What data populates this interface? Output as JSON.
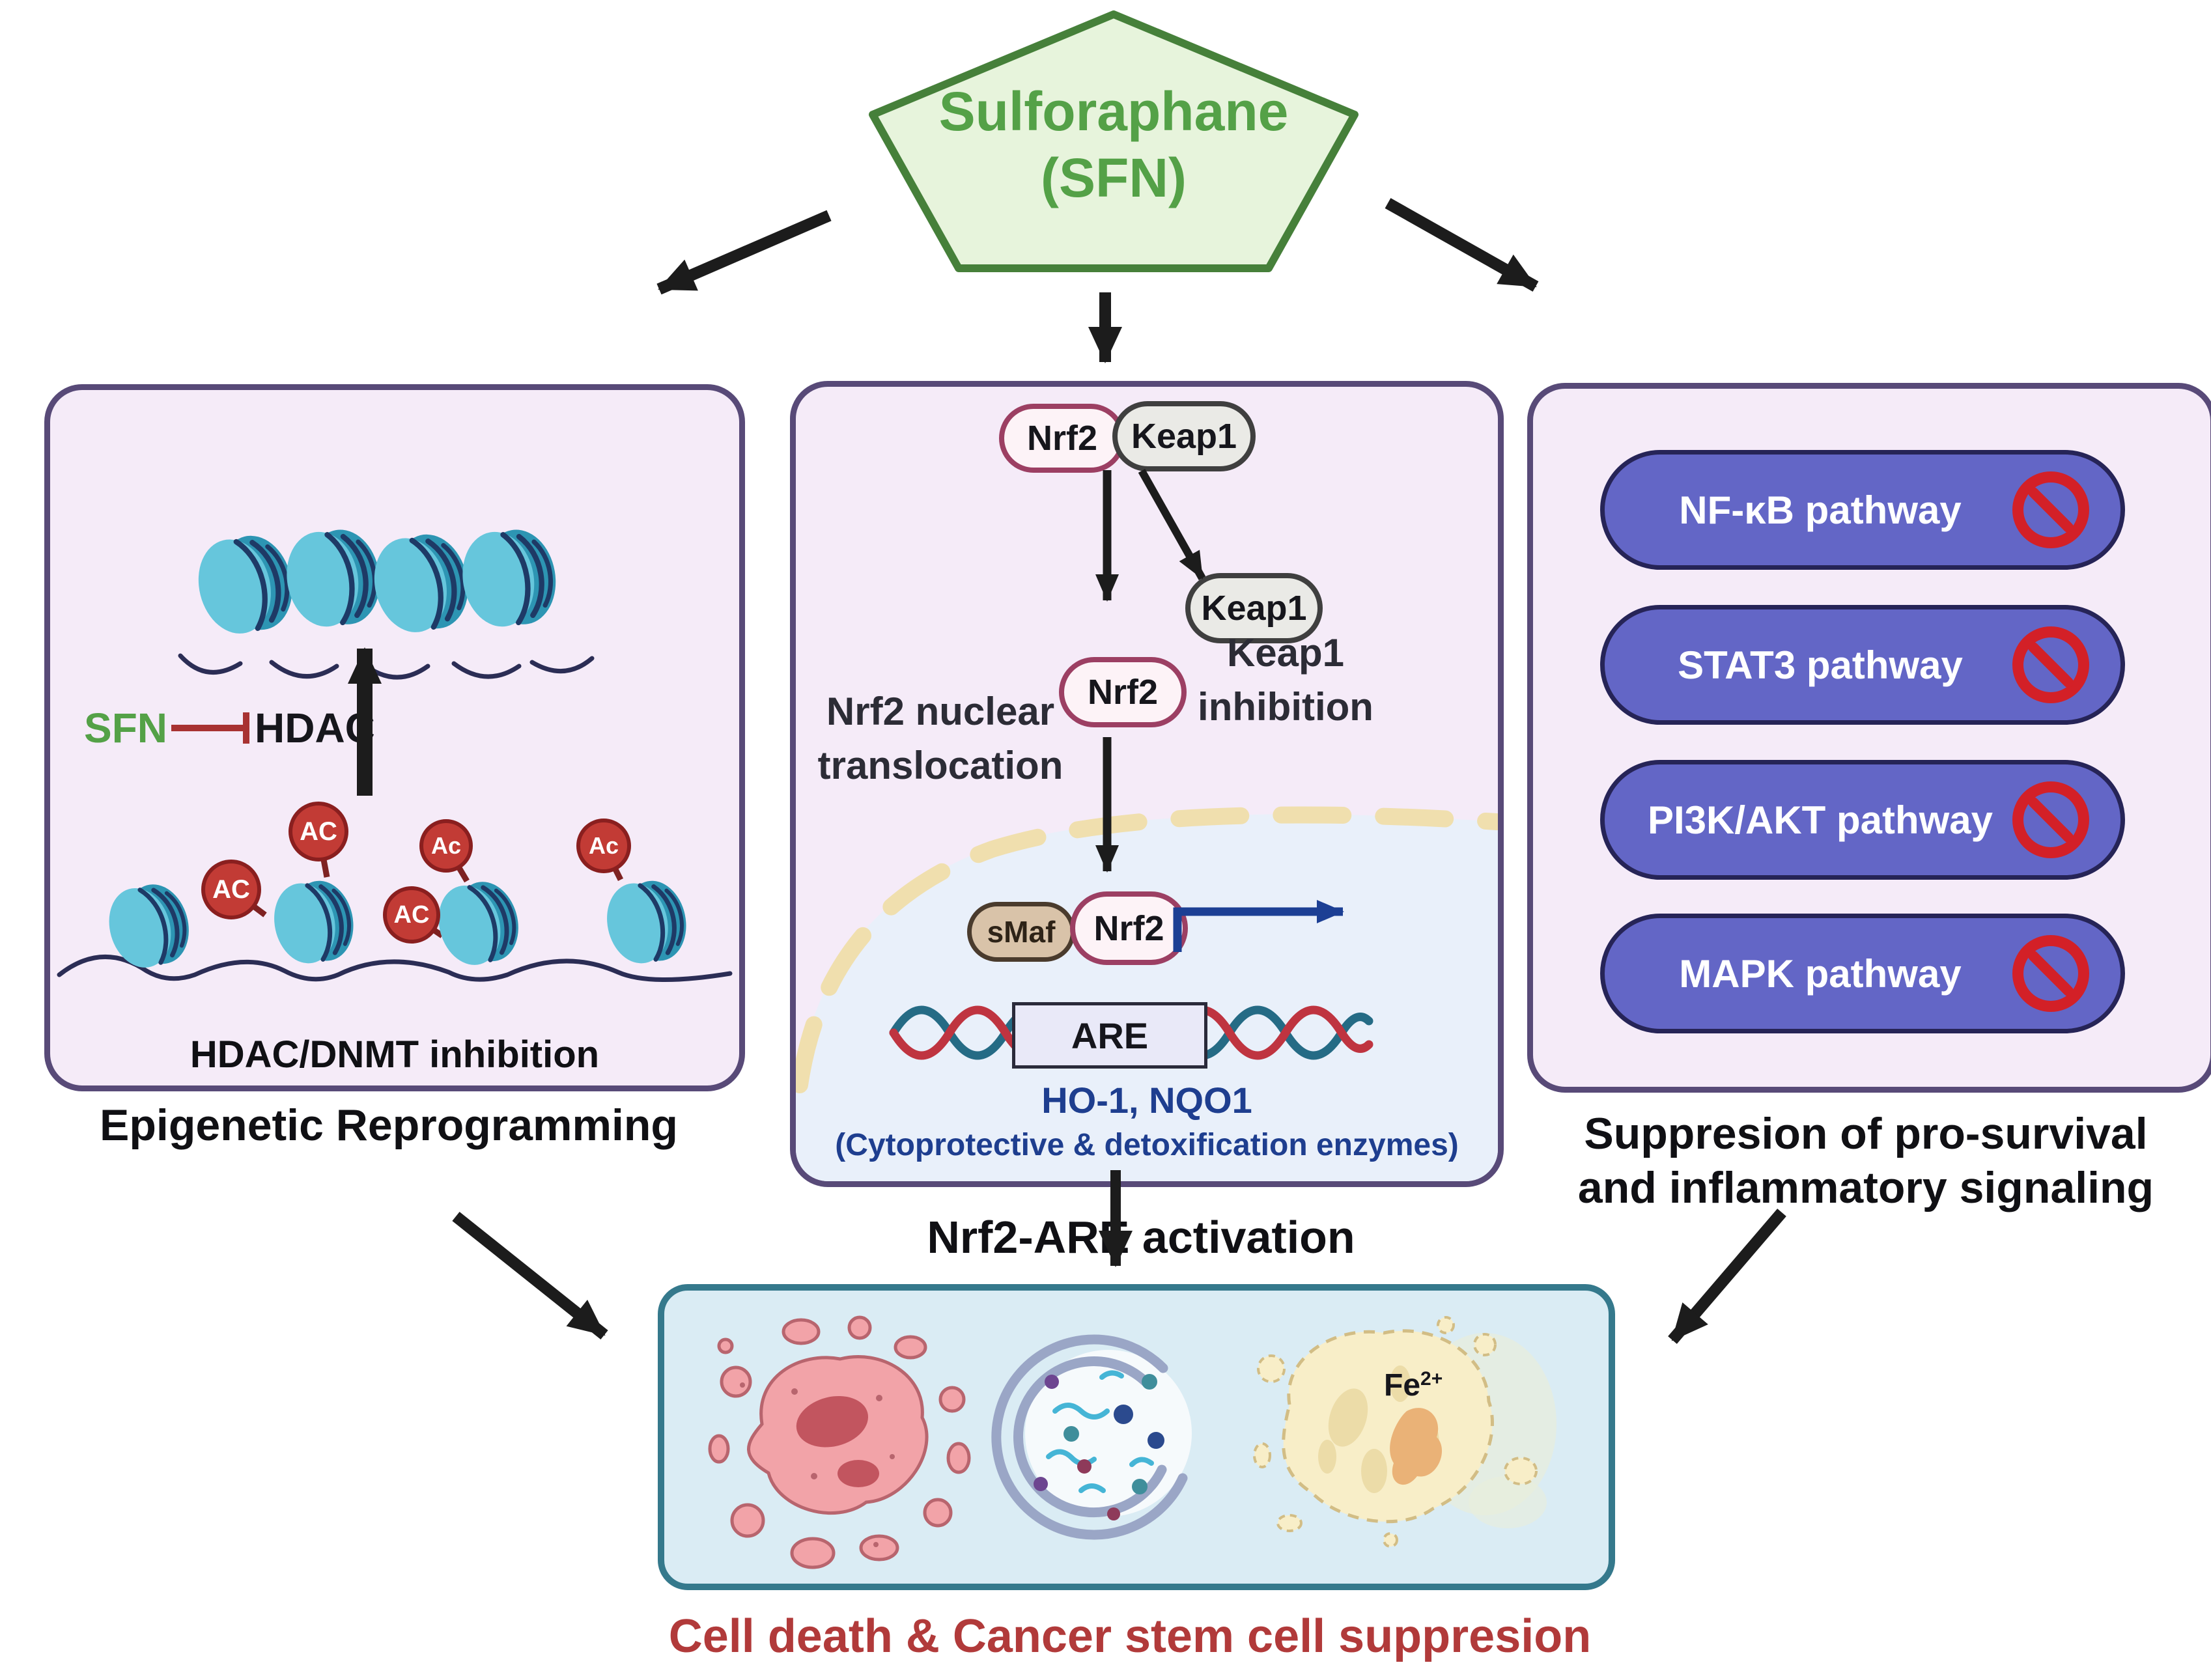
{
  "title_node": {
    "line1": "Sulforaphane",
    "line2": "(SFN)"
  },
  "panels": {
    "epigenetic": {
      "sfn": "SFN",
      "hdac": "HDAC",
      "ac_marks": [
        {
          "label": "AC"
        },
        {
          "label": "AC"
        },
        {
          "label": "Ac"
        },
        {
          "label": "AC"
        },
        {
          "label": "Ac"
        }
      ],
      "inner_caption": "HDAC/DNMT inhibition",
      "caption": "Epigenetic Reprogramming"
    },
    "nrf2_are": {
      "complex_nrf2": "Nrf2",
      "complex_keap1": "Keap1",
      "released_keap1": "Keap1",
      "keap1_inhibition": {
        "line1": "Keap1",
        "line2": "inhibition"
      },
      "cytosolic_nrf2": "Nrf2",
      "translocation": {
        "line1": "Nrf2 nuclear",
        "line2": "translocation"
      },
      "smaf": "sMaf",
      "nuclear_nrf2": "Nrf2",
      "are_box": "ARE",
      "target_genes": "HO-1, NQO1",
      "target_genes_note": "(Cytoprotective & detoxification enzymes)",
      "caption": "Nrf2-ARE activation"
    },
    "suppression": {
      "pathways": [
        {
          "label": "NF-κB pathway"
        },
        {
          "label": "STAT3 pathway"
        },
        {
          "label": "PI3K/AKT pathway"
        },
        {
          "label": "MAPK pathway"
        }
      ],
      "caption_line1": "Suppresion of pro-survival",
      "caption_line2": "and inflammatory signaling"
    }
  },
  "outcome": {
    "fe_label": "Fe",
    "fe_superscript": "2+",
    "caption": "Cell death & Cancer stem cell suppresion"
  },
  "colors": {
    "sfn_green": "#54a147",
    "pentagon_fill": "#e7f4dc",
    "pentagon_border": "#46803a",
    "panel_border": "#584a78",
    "panel_fill": "#f5ebf8",
    "pathway_pill": "#6366c6",
    "prohibition_red": "#d32027",
    "inhibition_red": "#a83232",
    "outcome_border": "#35798c",
    "outcome_fill": "#daecf4",
    "caption_red": "#b13a3a",
    "gene_blue": "#1e3e8f",
    "arrow_black": "#1c1c1c"
  }
}
